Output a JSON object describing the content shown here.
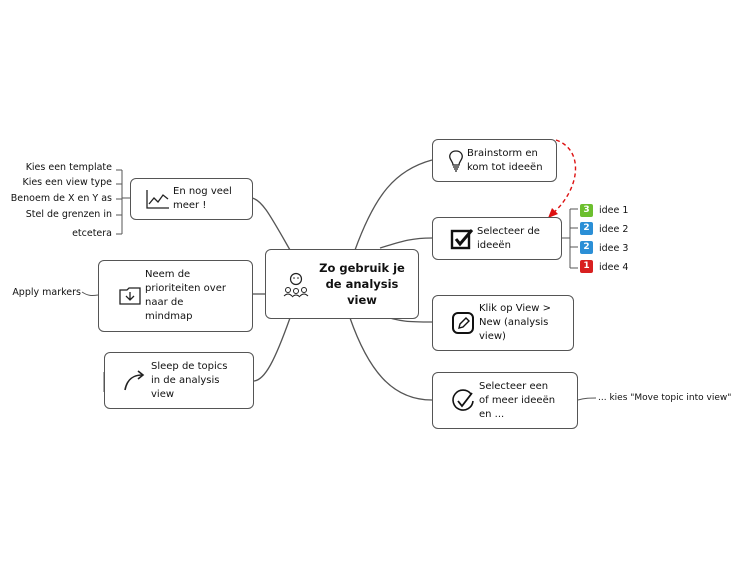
{
  "central": {
    "title": "Zo gebruik je\nde analysis\nview"
  },
  "left": [
    {
      "text": "En nog veel\nmeer !",
      "children": [
        "Kies een template",
        "Kies een view type",
        "Benoem de X en Y as",
        "Stel de grenzen in",
        "etcetera"
      ]
    },
    {
      "text": "Neem de\nprioriteiten over\nnaar de\nmindmap",
      "children": [
        "Apply markers"
      ]
    },
    {
      "text": "Sleep de topics\nin de analysis\nview",
      "children": []
    }
  ],
  "right": [
    {
      "text": "Brainstorm en\nkom tot ideeën",
      "children": []
    },
    {
      "text": "Selecteer de\nideeën",
      "children": [
        {
          "label": "idee 1",
          "priority": "3",
          "color": "#6cbf2e"
        },
        {
          "label": "idee 2",
          "priority": "2",
          "color": "#2b8fd6"
        },
        {
          "label": "idee 3",
          "priority": "2",
          "color": "#2b8fd6"
        },
        {
          "label": "idee 4",
          "priority": "1",
          "color": "#d82020"
        }
      ]
    },
    {
      "text": "Klik op View >\nNew (analysis\nview)",
      "children": []
    },
    {
      "text": "Selecteer een\nof meer ideeën\nen ...",
      "children": [
        "... kies \"Move topic into view\""
      ]
    }
  ],
  "colors": {
    "relationship": "#dd1111",
    "branch": "#555555"
  },
  "icons": [
    "chart-icon",
    "priority-import-icon",
    "drag-arrow-icon",
    "lightbulb-icon",
    "checkbox-icon",
    "edit-icon",
    "select-check-icon",
    "people-icon"
  ]
}
